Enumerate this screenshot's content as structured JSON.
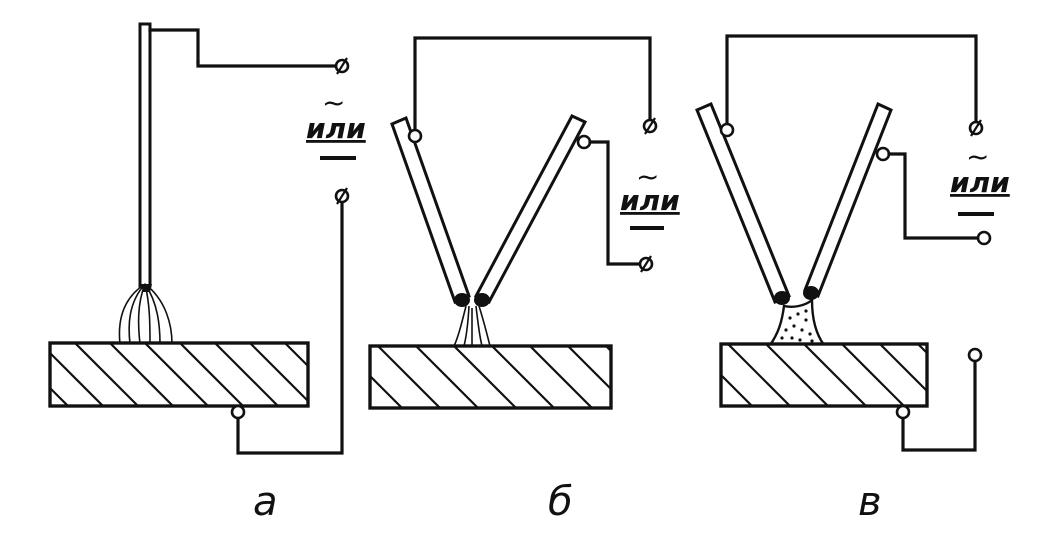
{
  "panels": [
    {
      "id": "a",
      "caption": "а",
      "current_label": "или",
      "current_symbol": "~"
    },
    {
      "id": "b",
      "caption": "б",
      "current_label": "или",
      "current_symbol": "~"
    },
    {
      "id": "v",
      "caption": "в",
      "current_label": "или",
      "current_symbol": "~"
    }
  ]
}
